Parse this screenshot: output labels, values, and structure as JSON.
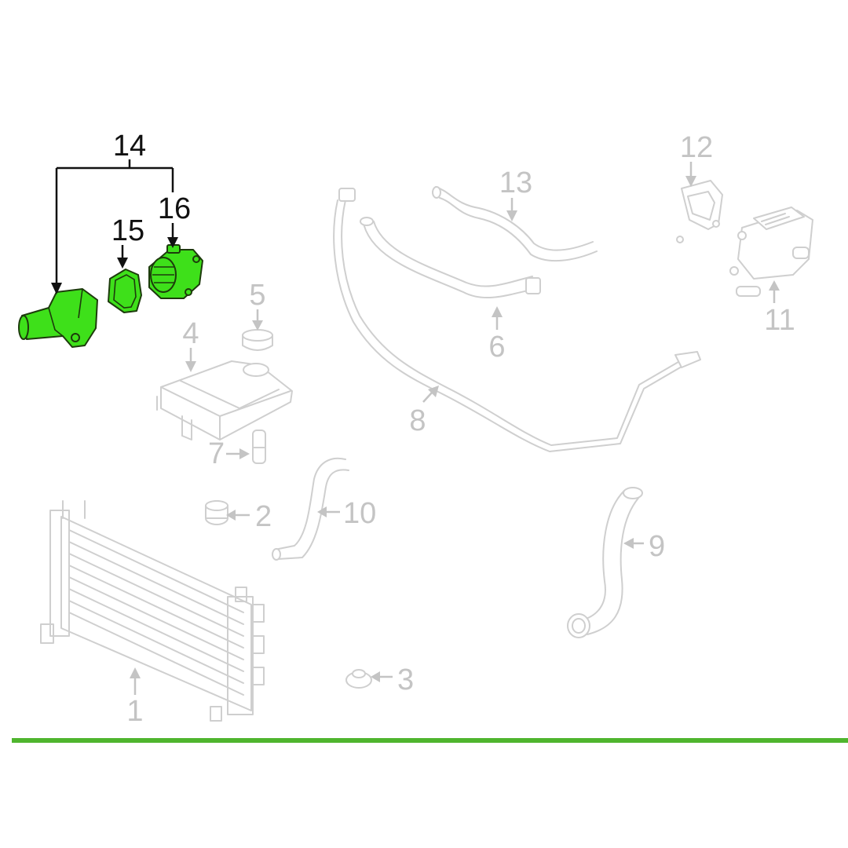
{
  "parts": [
    {
      "id": "1",
      "label": "1",
      "highlighted": false
    },
    {
      "id": "2",
      "label": "2",
      "highlighted": false
    },
    {
      "id": "3",
      "label": "3",
      "highlighted": false
    },
    {
      "id": "4",
      "label": "4",
      "highlighted": false
    },
    {
      "id": "5",
      "label": "5",
      "highlighted": false
    },
    {
      "id": "6",
      "label": "6",
      "highlighted": false
    },
    {
      "id": "7",
      "label": "7",
      "highlighted": false
    },
    {
      "id": "8",
      "label": "8",
      "highlighted": false
    },
    {
      "id": "9",
      "label": "9",
      "highlighted": false
    },
    {
      "id": "10",
      "label": "10",
      "highlighted": false
    },
    {
      "id": "11",
      "label": "11",
      "highlighted": false
    },
    {
      "id": "12",
      "label": "12",
      "highlighted": false
    },
    {
      "id": "13",
      "label": "13",
      "highlighted": false
    },
    {
      "id": "14",
      "label": "14",
      "highlighted": true
    },
    {
      "id": "15",
      "label": "15",
      "highlighted": true
    },
    {
      "id": "16",
      "label": "16",
      "highlighted": true
    }
  ],
  "colors": {
    "highlight_fill": "#3ee01a",
    "highlight_outline": "#1d3b0c",
    "dim_line": "#cfcfcf",
    "dim_label": "#c4c4c4",
    "divider": "#4fb52e"
  }
}
